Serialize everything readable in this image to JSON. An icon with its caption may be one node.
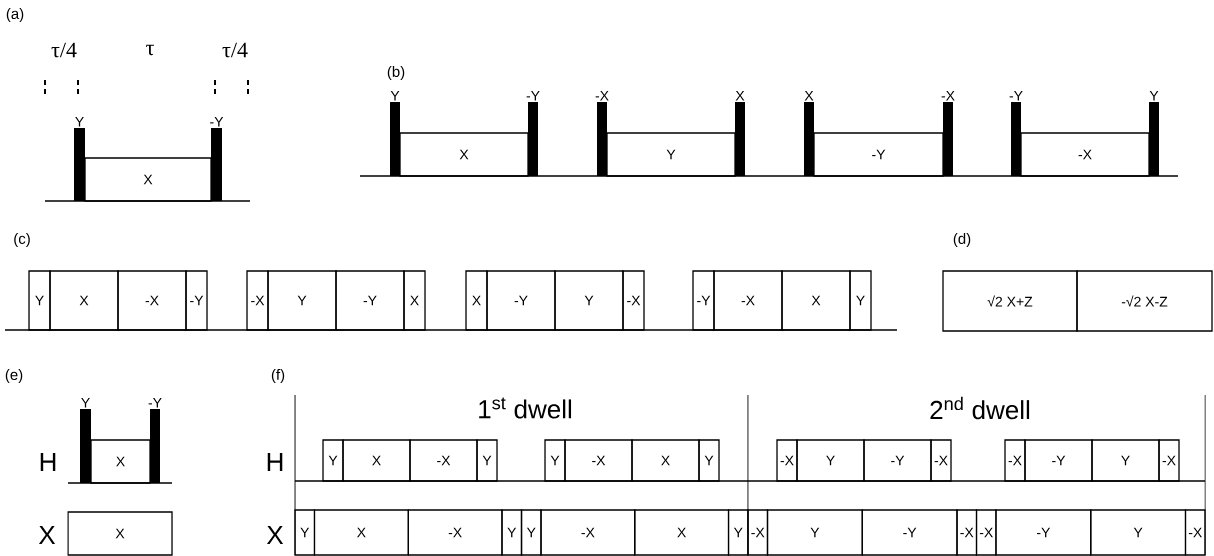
{
  "diagram": {
    "nodes": [
      {
        "text": [
          "Y"
        ]
      },
      {
        "text": [
          "X"
        ]
      },
      {
        "text": [
          "-Y"
        ]
      },
      {
        "text": [
          "Y"
        ]
      },
      {
        "text": [
          "X"
        ]
      },
      {
        "text": [
          "-Y"
        ]
      },
      {
        "text": [
          "-X"
        ]
      },
      {
        "text": [
          "Y"
        ]
      },
      {
        "text": [
          "X"
        ]
      },
      {
        "text": [
          "X"
        ]
      },
      {
        "text": [
          "-Y"
        ]
      },
      {
        "text": [
          "-X"
        ]
      },
      {
        "text": [
          "-Y"
        ]
      },
      {
        "text": [
          "-X"
        ]
      },
      {
        "text": [
          "Y"
        ]
      },
      {
        "text": [
          "Y"
        ]
      },
      {
        "text": [
          "X"
        ]
      },
      {
        "text": [
          "-X"
        ]
      },
      {
        "text": [
          "-Y"
        ]
      },
      {
        "text": [
          "-X"
        ]
      },
      {
        "text": [
          "Y"
        ]
      },
      {
        "text": [
          "-Y"
        ]
      },
      {
        "text": [
          "X"
        ]
      },
      {
        "text": [
          "X"
        ]
      },
      {
        "text": [
          "-Y"
        ]
      },
      {
        "text": [
          "Y"
        ]
      },
      {
        "text": [
          "-X"
        ]
      },
      {
        "text": [
          "-Y"
        ]
      },
      {
        "text": [
          "-X"
        ]
      },
      {
        "text": [
          "X"
        ]
      },
      {
        "text": [
          "Y"
        ]
      },
      {
        "text": [
          "√2 X+Z"
        ]
      },
      {
        "text": [
          "-√2 X-Z"
        ]
      },
      {
        "text": [
          "Y"
        ]
      },
      {
        "text": [
          "X"
        ]
      },
      {
        "text": [
          "-Y"
        ]
      },
      {
        "text": [
          "X"
        ]
      },
      {
        "text": [
          "Y"
        ]
      },
      {
        "text": [
          "X"
        ]
      },
      {
        "text": [
          "-X"
        ]
      },
      {
        "text": [
          "Y"
        ]
      },
      {
        "text": [
          "Y"
        ]
      },
      {
        "text": [
          "-X"
        ]
      },
      {
        "text": [
          "X"
        ]
      },
      {
        "text": [
          "Y"
        ]
      },
      {
        "text": [
          "-X"
        ]
      },
      {
        "text": [
          "Y"
        ]
      },
      {
        "text": [
          "-Y"
        ]
      },
      {
        "text": [
          "-X"
        ]
      },
      {
        "text": [
          "-X"
        ]
      },
      {
        "text": [
          "-Y"
        ]
      },
      {
        "text": [
          "Y"
        ]
      },
      {
        "text": [
          "-X"
        ]
      },
      {
        "text": [
          "Y"
        ]
      },
      {
        "text": [
          "X"
        ]
      },
      {
        "text": [
          "-X"
        ]
      },
      {
        "text": [
          "Y"
        ]
      },
      {
        "text": [
          "Y"
        ]
      },
      {
        "text": [
          "-X"
        ]
      },
      {
        "text": [
          "X"
        ]
      },
      {
        "text": [
          "Y"
        ]
      },
      {
        "text": [
          "-X"
        ]
      },
      {
        "text": [
          "Y"
        ]
      },
      {
        "text": [
          "-Y"
        ]
      },
      {
        "text": [
          "-X"
        ]
      },
      {
        "text": [
          "-X"
        ]
      },
      {
        "text": [
          "-Y"
        ]
      },
      {
        "text": [
          "Y"
        ]
      },
      {
        "text": [
          "-X"
        ]
      }
    ],
    "labels": [
      "(a)",
      "τ/4",
      "τ",
      "τ/4",
      "(b)",
      "(c)",
      "(d)",
      "(e)",
      "(f)",
      "1$^{st}$ dwell",
      "2$^{nd}$ dwell",
      "H",
      "H",
      "X",
      "X"
    ]
  }
}
